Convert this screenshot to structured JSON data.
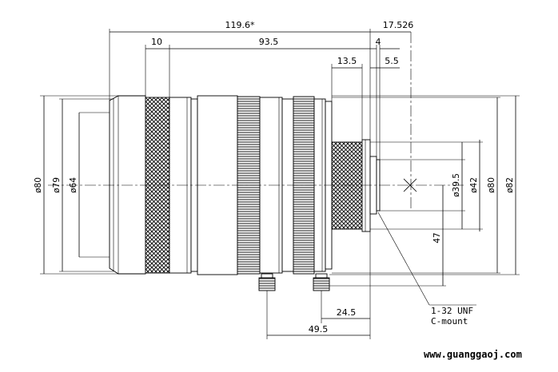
{
  "drawing": {
    "dimensions": {
      "total_length": "119.6*",
      "flange_offset": "17.526",
      "front_ring_width": "10",
      "body_length": "93.5",
      "thread_depth": "4",
      "mount_section": "13.5",
      "rear_step": "5.5",
      "front_diameter": "ø80",
      "front_inner_diameter": "ø79",
      "front_aperture": "ø64",
      "rear_thread_diameter": "ø39.5",
      "rear_diameter": "ø42",
      "housing_diameter": "ø80",
      "max_diameter": "ø82",
      "rear_height": "47",
      "screw_spacing": "24.5",
      "screw_offset": "49.5"
    },
    "mount_label_line1": "1-32 UNF",
    "mount_label_line2": "C-mount",
    "watermark": "www.guanggaoj.com",
    "colors": {
      "line": "#000000",
      "background": "#ffffff"
    }
  }
}
